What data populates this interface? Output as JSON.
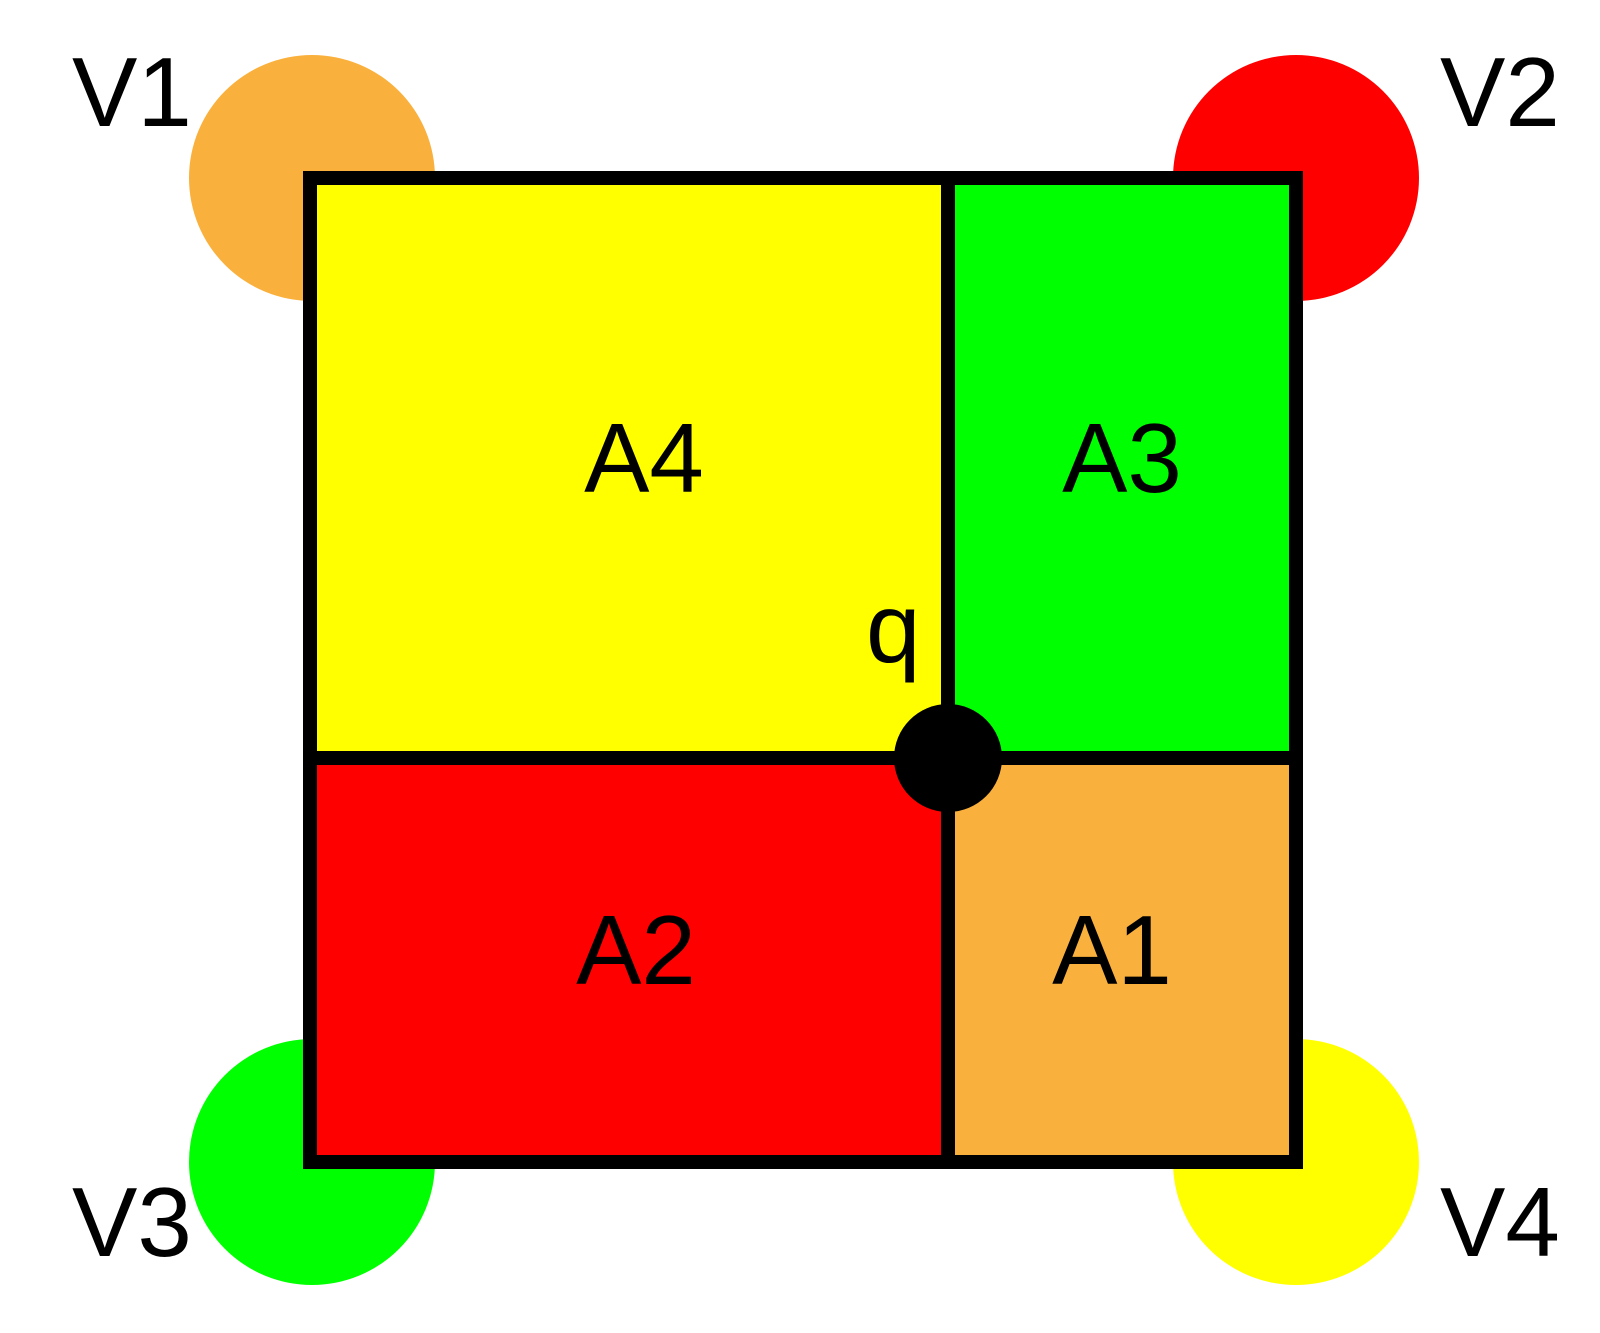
{
  "diagram": {
    "vertices": [
      {
        "id": "v1",
        "label": "V1",
        "color": "#FAB03C"
      },
      {
        "id": "v2",
        "label": "V2",
        "color": "#FF0000"
      },
      {
        "id": "v3",
        "label": "V3",
        "color": "#00FF00"
      },
      {
        "id": "v4",
        "label": "V4",
        "color": "#FFFF00"
      }
    ],
    "regions": [
      {
        "id": "a4",
        "label": "A4",
        "color": "#FFFF00"
      },
      {
        "id": "a3",
        "label": "A3",
        "color": "#00FF00"
      },
      {
        "id": "a2",
        "label": "A2",
        "color": "#FF0000"
      },
      {
        "id": "a1",
        "label": "A1",
        "color": "#FAB03C"
      }
    ],
    "point": {
      "label": "q",
      "color": "#000000"
    },
    "line_color": "#000000"
  }
}
